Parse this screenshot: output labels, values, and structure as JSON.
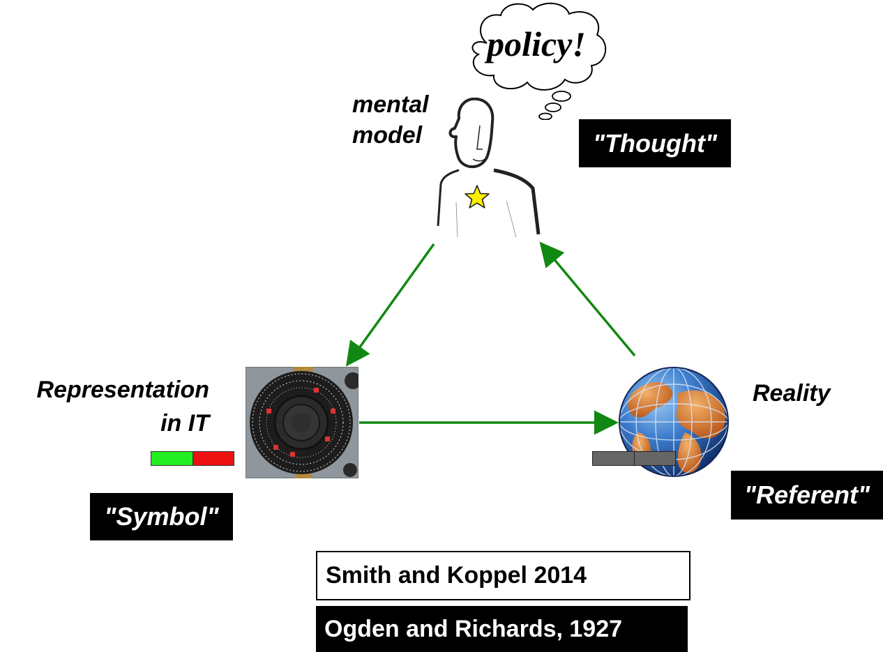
{
  "thought": {
    "bubble_text": "policy!",
    "caption_line1": "mental",
    "caption_line2": "model",
    "tag": "\"Thought\""
  },
  "symbol": {
    "caption_line1": "Representation",
    "caption_line2": "in IT",
    "tag": "\"Symbol\"",
    "bar_colors": [
      "#22ee22",
      "#ee1111"
    ]
  },
  "referent": {
    "caption": "Reality",
    "tag": "\"Referent\"",
    "bar_colors": [
      "#666666",
      "#666666"
    ]
  },
  "citations": {
    "primary": "Smith and Koppel 2014",
    "secondary": "Ogden and Richards, 1927"
  },
  "colors": {
    "arrow": "#118811",
    "star": "#ffee00",
    "label_bg": "#000000",
    "label_fg": "#ffffff"
  },
  "icons": {
    "person": "person-icon",
    "dial": "dial-icon",
    "globe": "globe-icon"
  }
}
